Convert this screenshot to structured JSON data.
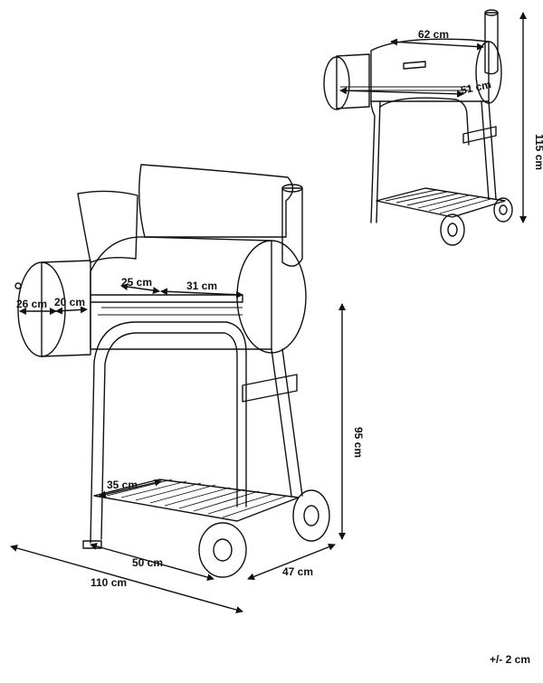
{
  "small_view": {
    "width_label": "62 cm",
    "depth_label": "51 cm",
    "height_label": "115 cm"
  },
  "large_view": {
    "side_box_depth_label": "26 cm",
    "side_box_width_label": "20 cm",
    "grill_depth_label": "25 cm",
    "grill_width_label": "31 cm",
    "shelf_label": "35 cm",
    "wheelbase_label": "50 cm",
    "total_length_label": "110 cm",
    "total_depth_label": "47 cm",
    "grill_height_label": "95 cm"
  },
  "tolerance": "+/- 2 cm",
  "colors": {
    "line": "#111111",
    "background": "#ffffff"
  }
}
